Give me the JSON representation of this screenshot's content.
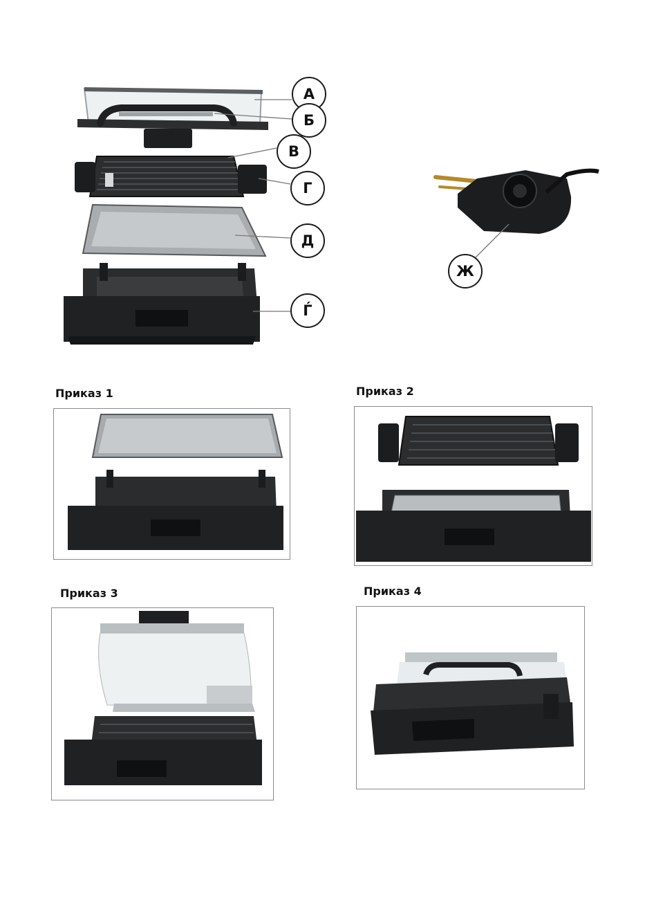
{
  "parts": {
    "labels": [
      "А",
      "Б",
      "В",
      "Г",
      "Д",
      "Ѓ",
      "Ж"
    ]
  },
  "figures": [
    {
      "caption": "Приказ 1"
    },
    {
      "caption": "Приказ 2"
    },
    {
      "caption": "Приказ 3"
    },
    {
      "caption": "Приказ 4"
    }
  ]
}
